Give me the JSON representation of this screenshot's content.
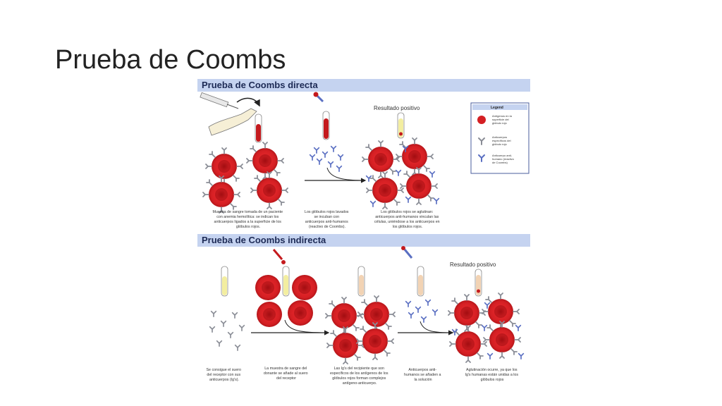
{
  "slide": {
    "title": "Prueba de Coombs"
  },
  "direct": {
    "heading": "Prueba de Coombs directa",
    "result_label": "Resultado positivo",
    "captions": [
      [
        "Muestra de sangre tomada de un paciente",
        "con anemia hemolítica: se indican los",
        "anticuerpos ligados a la superficie de los",
        "glóbulos rojos."
      ],
      [
        "Los glóbulos rojos lavados",
        "se incuban con",
        "anticuerpos anti-humanos",
        "(reactivo de Coombs)."
      ],
      [
        "Los glóbulos rojos se aglutinan:",
        "anticuerpos anti-humanos vinculan las",
        "células, uniéndose a los anticuerpos en",
        "los glóbulos rojos."
      ]
    ]
  },
  "legend": {
    "title": "Legend",
    "items": [
      {
        "icon": "antigen-icon",
        "lines": [
          "Antígenos en la",
          "superficie del",
          "glóbulo rojo"
        ]
      },
      {
        "icon": "antibody-icon",
        "lines": [
          "Anticuerpos",
          "específicos del",
          "glóbulo rojo"
        ]
      },
      {
        "icon": "anti-human-antibody-icon",
        "lines": [
          "Anticuerpo anti-",
          "humano (reactivo",
          "de Coombs)"
        ]
      }
    ]
  },
  "indirect": {
    "heading": "Prueba de Coombs indirecta",
    "result_label": "Resultado positivo",
    "captions": [
      [
        "Se consigue el suero",
        "del receptor con sus",
        "anticuerpos (Ig's)."
      ],
      [
        "La muestra de sangre del",
        "donante se añade al suero",
        "del receptor"
      ],
      [
        "Las Ig's del recipiente que son",
        "específicos de los antígenos de los",
        "glóbulos rojos forman complejos",
        "antígeno-anticuerpo."
      ],
      [
        "Anticuerpos anti-",
        "humanos se añaden a",
        "la solución"
      ],
      [
        "Aglutinación ocurre, ya que los",
        "Ig's humanas están unidas a los",
        "glóbulos rojos"
      ]
    ]
  },
  "colors": {
    "band": "#c5d3f0",
    "red_cell": "#d41f23",
    "antibody": "#8a8d96",
    "anti_human": "#5a6fc2",
    "serum": "#f3eea0"
  }
}
